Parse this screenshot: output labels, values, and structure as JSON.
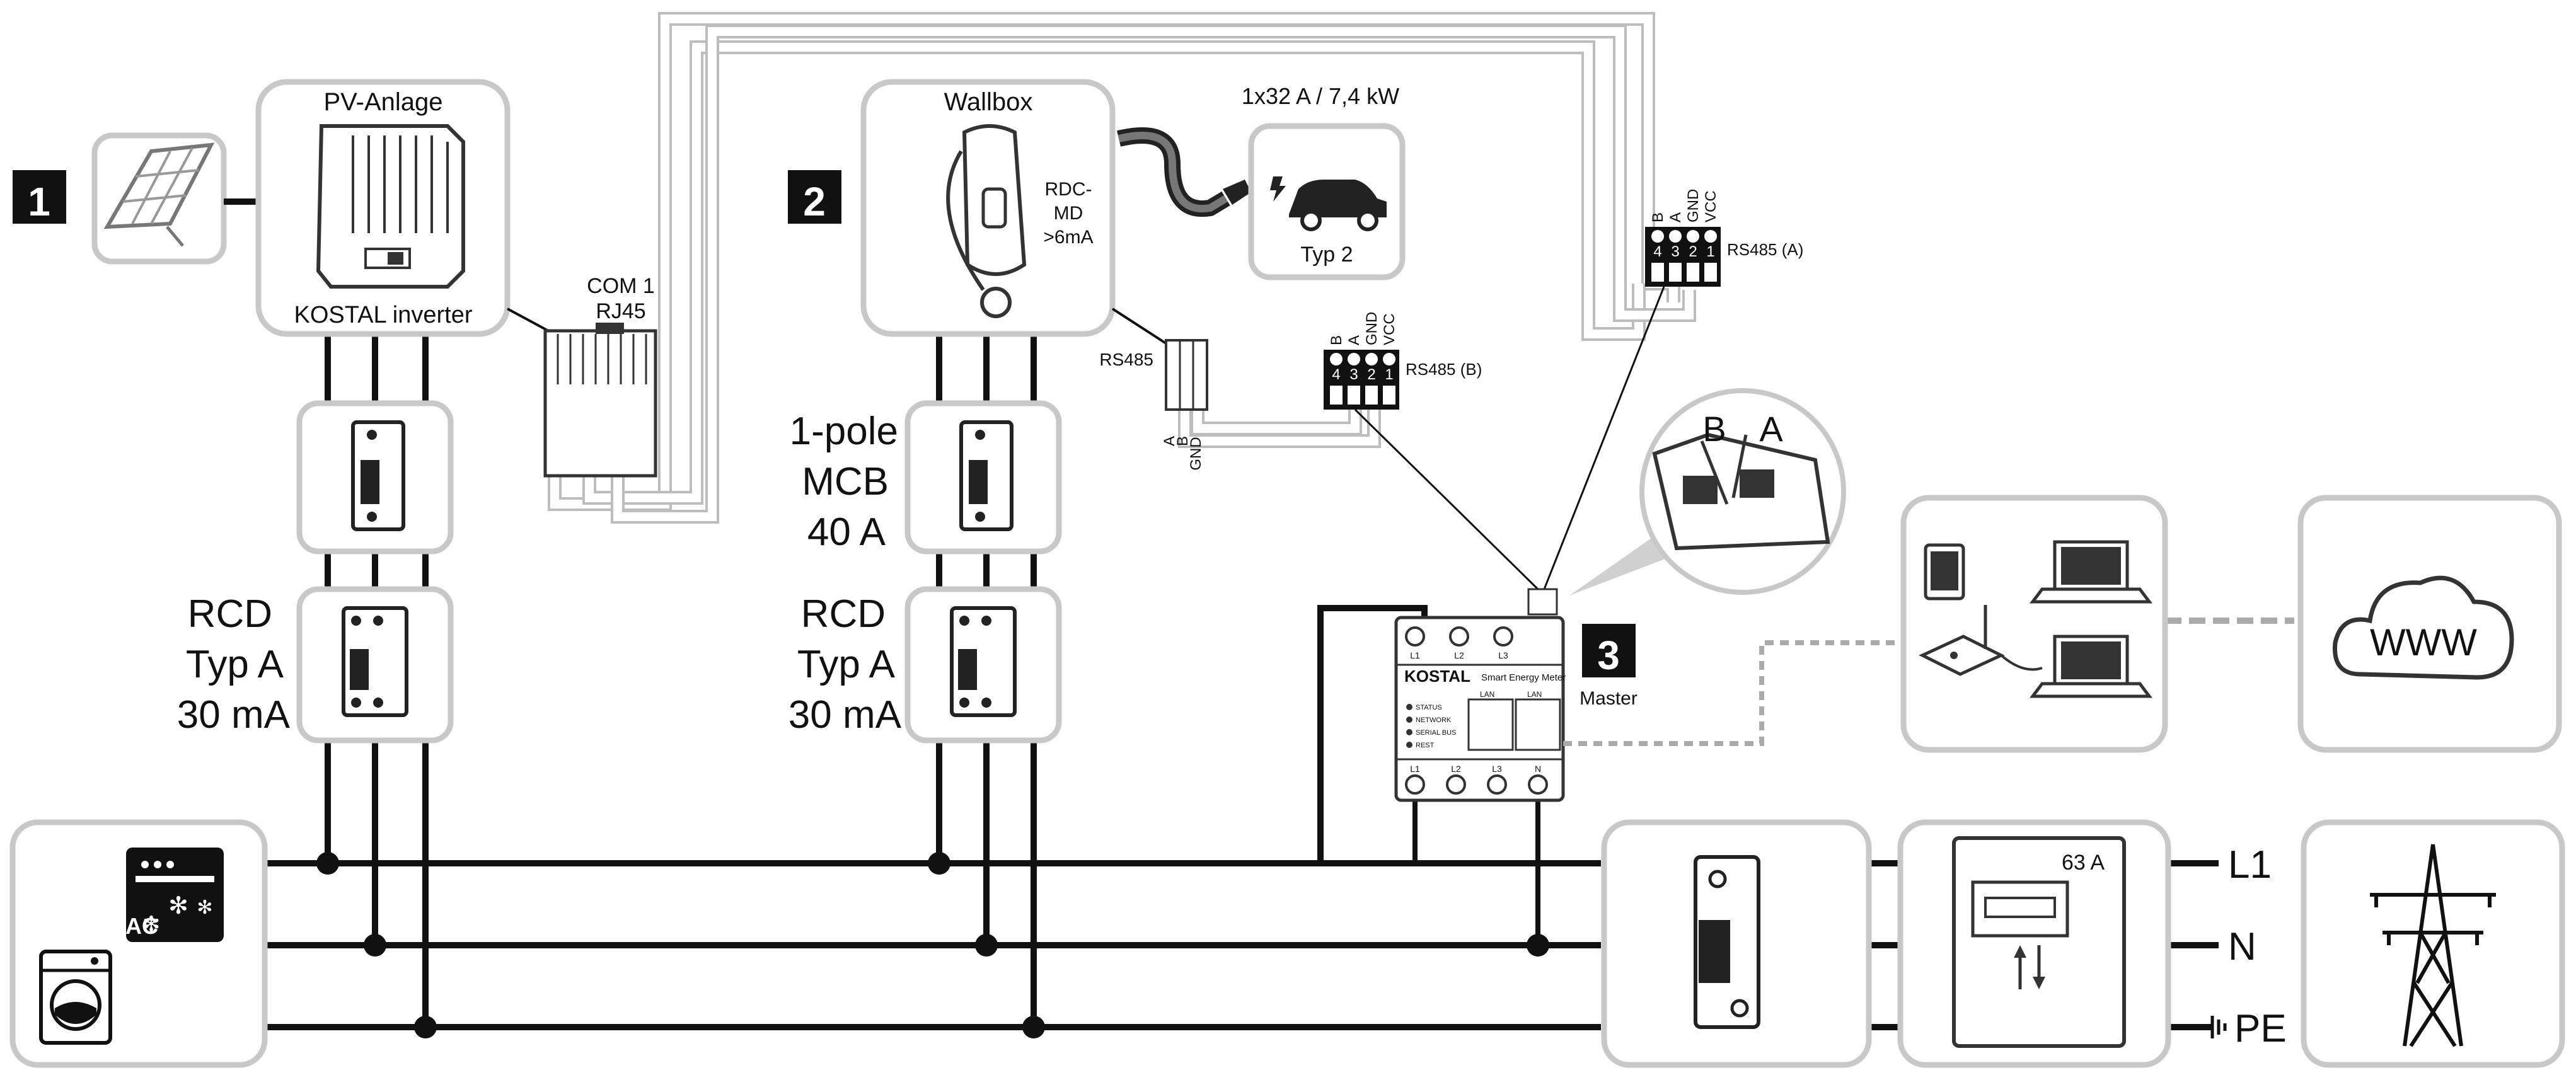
{
  "labels": {
    "pv_title": "PV-Anlage",
    "kostal_inverter": "KOSTAL inverter",
    "com1": "COM 1",
    "rj45": "RJ45",
    "wallbox_title": "Wallbox",
    "rdc_1": "RDC-",
    "rdc_2": "MD",
    "rdc_3": ">6mA",
    "rating": "1x32 A / 7,4 kW",
    "typ2": "Typ 2",
    "mcb_1": "1-pole",
    "mcb_2": "MCB",
    "mcb_3": "40 A",
    "rcd": "RCD",
    "rcd_typ": "Typ A",
    "rcd_ma": "30 mA",
    "rs485": "RS485",
    "rs485_a": "RS485 (A)",
    "rs485_b": "RS485 (B)",
    "pin_b": "B",
    "pin_a": "A",
    "pin_gnd": "GND",
    "pin_vcc": "VCC",
    "pin_4": "4",
    "pin_3": "3",
    "pin_2": "2",
    "pin_1": "1",
    "zoom_b": "B",
    "zoom_a": "A",
    "master": "Master",
    "meter_brand": "KOSTAL",
    "meter_name": "Smart Energy Meter",
    "meter_status": "STATUS",
    "meter_network": "NETWORK",
    "meter_serial": "SERIAL BUS",
    "meter_rest": "REST",
    "lan": "LAN",
    "l1_small": "L1",
    "l2_small": "L2",
    "l3_small": "L3",
    "n_small": "N",
    "ac": "AC",
    "www": "WWW",
    "meter_63a": "63 A",
    "line_l1": "L1",
    "line_n": "N",
    "line_pe": "PE"
  },
  "badges": {
    "one": "1",
    "two": "2",
    "three": "3"
  }
}
